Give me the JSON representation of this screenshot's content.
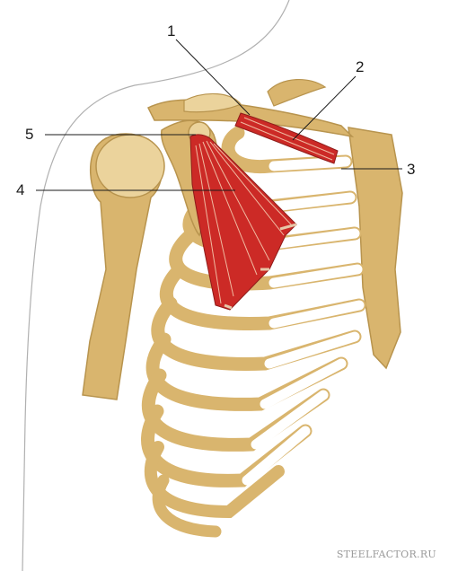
{
  "labels": {
    "l1": "1",
    "l2": "2",
    "l3": "3",
    "l4": "4",
    "l5": "5"
  },
  "watermark": "STEELFACTOR.RU",
  "colors": {
    "bone": "#d9b56e",
    "bone_dark": "#b8944e",
    "bone_light": "#ebd39c",
    "muscle": "#cc2a26",
    "muscle_stripe": "#f0b9a0",
    "outline": "#2b2b2b",
    "background": "#ffffff"
  }
}
